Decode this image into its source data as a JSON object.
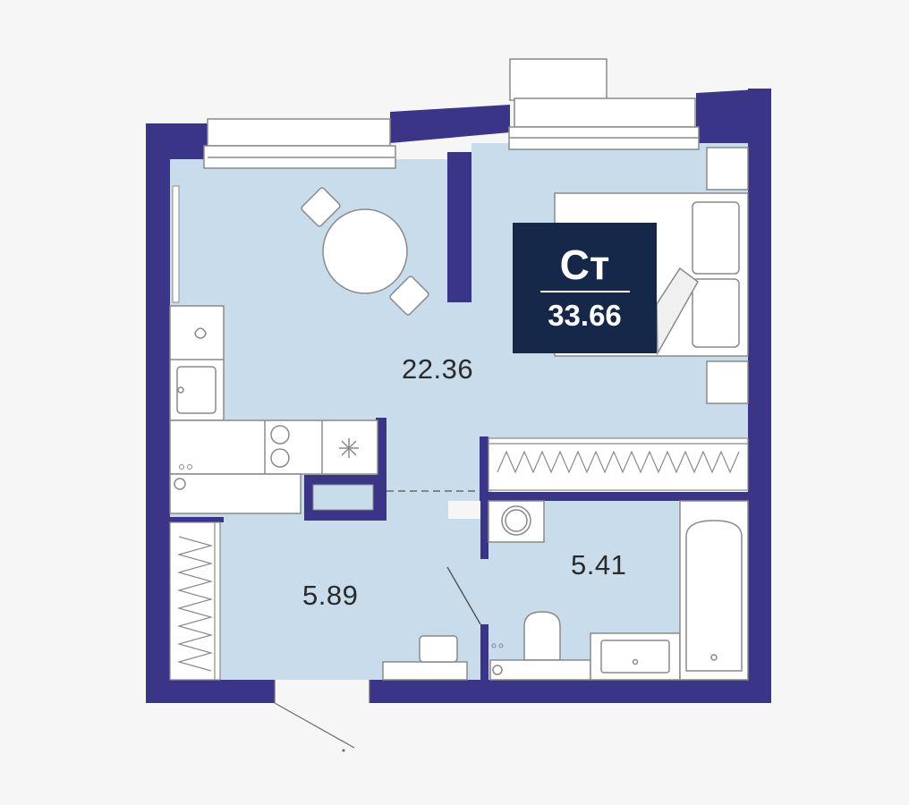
{
  "apartment": {
    "type_label": "Ст",
    "total_area": "33.66"
  },
  "rooms": [
    {
      "id": "living",
      "area": "22.36"
    },
    {
      "id": "hallway",
      "area": "5.89"
    },
    {
      "id": "bathroom",
      "area": "5.41"
    }
  ],
  "colors": {
    "wall": "#3a3586",
    "floor": "#c9dcec",
    "background": "#f6f6f6",
    "furniture_stroke": "#8a8a8a",
    "badge": "#16284a"
  }
}
